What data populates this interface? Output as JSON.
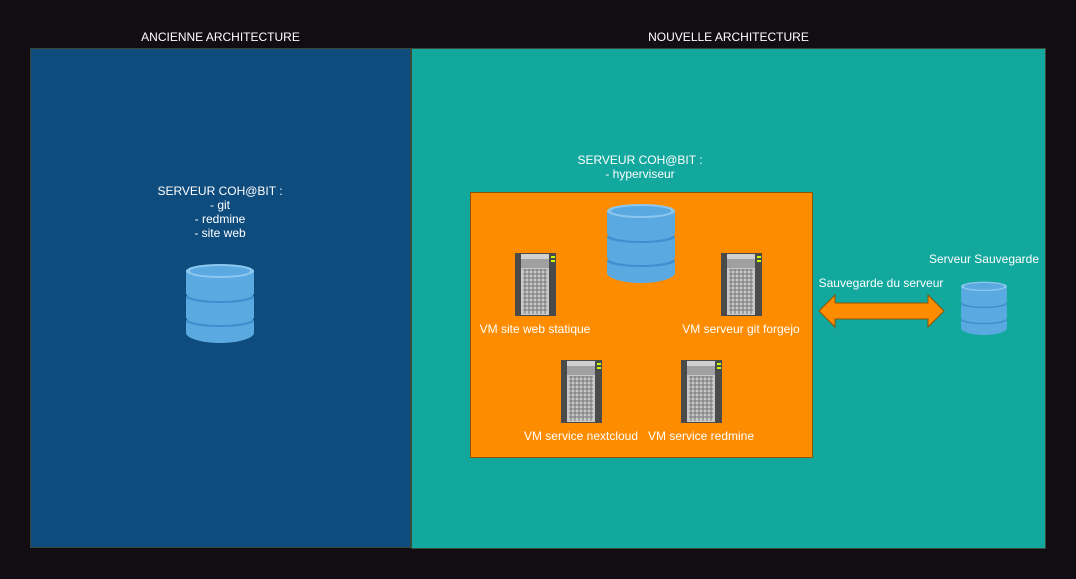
{
  "old": {
    "title": "ANCIENNE ARCHITECTURE",
    "server_title": "SERVEUR COH@BIT :",
    "services": [
      "- git",
      "- redmine",
      "- site web"
    ]
  },
  "new": {
    "title": "NOUVELLE ARCHITECTURE",
    "server_title": "SERVEUR COH@BIT :",
    "server_role": "- hyperviseur",
    "vms": [
      "VM site web statique",
      "VM serveur git forgejo",
      "VM service nextcloud",
      "VM service redmine"
    ],
    "backup_link": "Sauvegarde du serveur",
    "backup_server": "Serveur Sauvegarde"
  },
  "colors": {
    "old_bg": "#0f4c7e",
    "new_bg": "#12a89d",
    "hypervisor_bg": "#fe8c00",
    "db": "#5aa9e0"
  }
}
